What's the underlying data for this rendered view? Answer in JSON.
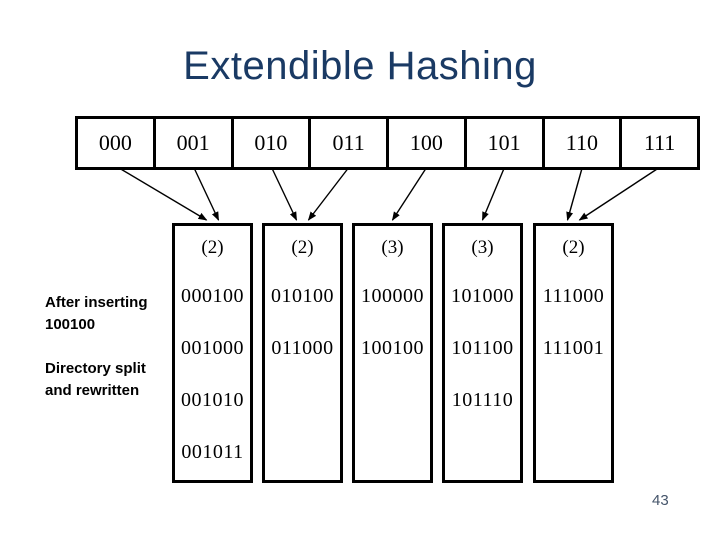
{
  "slide": {
    "title": "Extendible Hashing",
    "page_number": "43",
    "colors": {
      "title": "#1a3a64",
      "page_number": "#44546a",
      "diagram": "#000000",
      "background": "#ffffff"
    }
  },
  "annotations": [
    {
      "lines": [
        "After inserting",
        "100100"
      ]
    },
    {
      "lines": [
        "Directory split",
        "and rewritten"
      ]
    }
  ],
  "directory": {
    "entries": [
      {
        "label": "000",
        "bucket": 0
      },
      {
        "label": "001",
        "bucket": 0
      },
      {
        "label": "010",
        "bucket": 1
      },
      {
        "label": "011",
        "bucket": 1
      },
      {
        "label": "100",
        "bucket": 2
      },
      {
        "label": "101",
        "bucket": 3
      },
      {
        "label": "110",
        "bucket": 4
      },
      {
        "label": "111",
        "bucket": 4
      }
    ]
  },
  "buckets": [
    {
      "depth": "(2)",
      "values": [
        "000100",
        "001000",
        "001010",
        "001011"
      ]
    },
    {
      "depth": "(2)",
      "values": [
        "010100",
        "011000"
      ]
    },
    {
      "depth": "(3)",
      "values": [
        "100000",
        "100100"
      ]
    },
    {
      "depth": "(3)",
      "values": [
        "101000",
        "101100",
        "101110"
      ]
    },
    {
      "depth": "(2)",
      "values": [
        "111000",
        "111001"
      ]
    }
  ]
}
